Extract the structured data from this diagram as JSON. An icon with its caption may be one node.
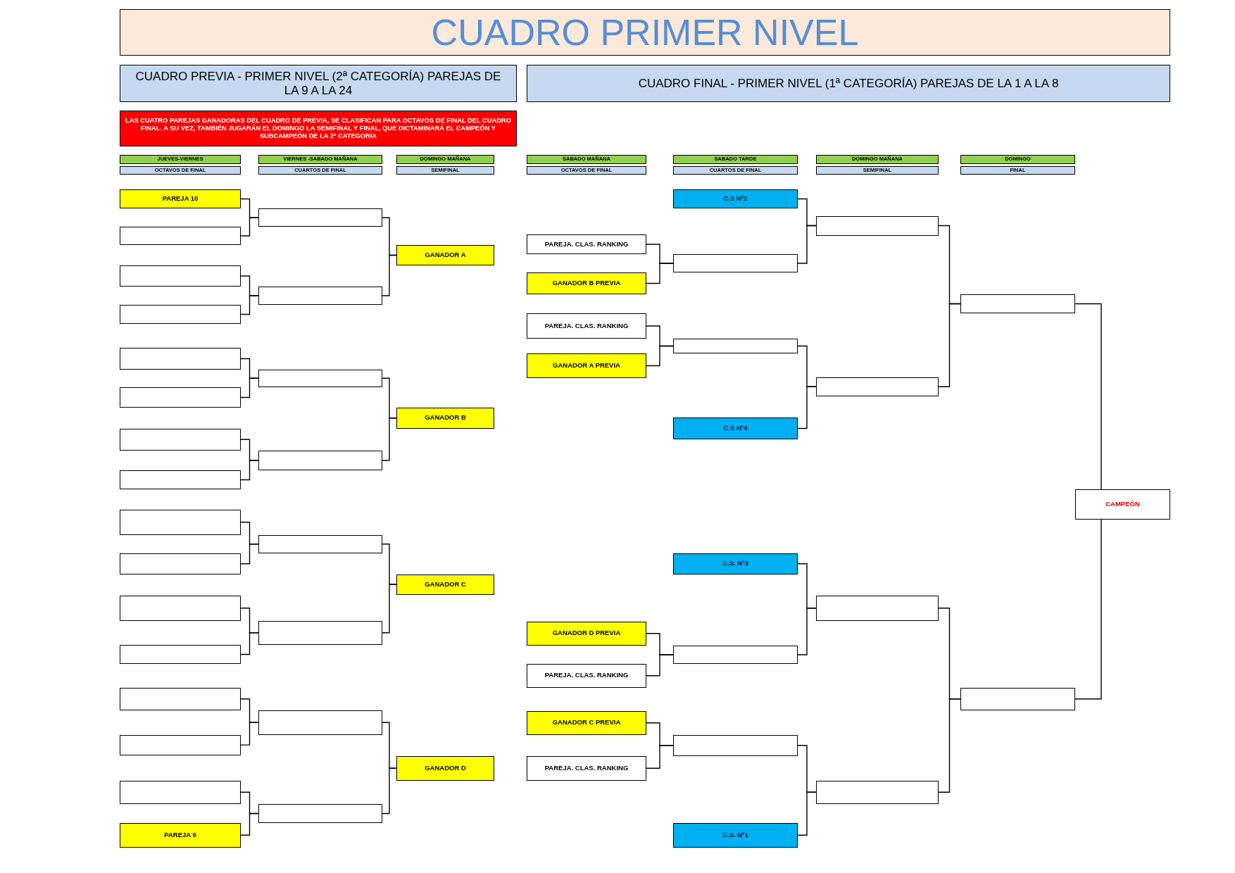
{
  "diagram": {
    "title": "CUADRO PRIMER NIVEL",
    "nodes": [
      {
        "text": [
          "CUADRO PREVIA - PRIMER NIVEL (2ª CATEGORÍA) PAREJAS DE LA 9 A LA 24"
        ]
      },
      {
        "text": [
          "CUADRO FINAL - PRIMER NIVEL (1ª CATEGORÍA) PAREJAS DE LA 1 A LA 8"
        ]
      },
      {
        "text": [
          "LAS CUATRO PAREJAS GANADORAS DEL CUADRO DE PREVIA, SE CLASIFICAN PARA OCTAVOS DE FINAL DEL CUADRO FINAL. A SU VEZ, TAMBIÉN JUGARÁN EL DOMINGO LA SEMIFINAL Y FINAL, QUE DICTAMINARÁ EL CAMPEÓN Y SUBCAMPEÓN DE LA 2ª CATEGORÍA"
        ]
      },
      {
        "text": [
          "JUEVES-VIERNES"
        ]
      },
      {
        "text": [
          "OCTAVOS DE FINAL"
        ]
      },
      {
        "text": [
          "VIERNES -SABADO MAÑANA"
        ]
      },
      {
        "text": [
          "CUARTOS DE FINAL"
        ]
      },
      {
        "text": [
          "DOMINGO MAÑANA"
        ]
      },
      {
        "text": [
          "SEMIFINAL"
        ]
      },
      {
        "text": [
          "SABADO MAÑANA"
        ]
      },
      {
        "text": [
          "OCTAVOS DE FINAL"
        ]
      },
      {
        "text": [
          "SABADO TARDE"
        ]
      },
      {
        "text": [
          "CUARTOS DE FINAL"
        ]
      },
      {
        "text": [
          "DOMINGO MAÑANA"
        ]
      },
      {
        "text": [
          "SEMIFINAL"
        ]
      },
      {
        "text": [
          "DOMINGO"
        ]
      },
      {
        "text": [
          "FINAL"
        ]
      },
      {
        "text": [
          "PAREJA 10"
        ]
      },
      {
        "text": [],
        "shape": "box"
      },
      {
        "text": [],
        "shape": "box"
      },
      {
        "text": [],
        "shape": "box"
      },
      {
        "text": [],
        "shape": "box"
      },
      {
        "text": [],
        "shape": "box"
      },
      {
        "text": [],
        "shape": "box"
      },
      {
        "text": [],
        "shape": "box"
      },
      {
        "text": [],
        "shape": "box"
      },
      {
        "text": [],
        "shape": "box"
      },
      {
        "text": [],
        "shape": "box"
      },
      {
        "text": [],
        "shape": "box"
      },
      {
        "text": [],
        "shape": "box"
      },
      {
        "text": [],
        "shape": "box"
      },
      {
        "text": [],
        "shape": "box"
      },
      {
        "text": [
          "PAREJA 9"
        ]
      },
      {
        "text": [],
        "shape": "box"
      },
      {
        "text": [],
        "shape": "box"
      },
      {
        "text": [],
        "shape": "box"
      },
      {
        "text": [],
        "shape": "box"
      },
      {
        "text": [],
        "shape": "box"
      },
      {
        "text": [],
        "shape": "box"
      },
      {
        "text": [],
        "shape": "box"
      },
      {
        "text": [],
        "shape": "box"
      },
      {
        "text": [
          "GANADOR A"
        ]
      },
      {
        "text": [
          "GANADOR B"
        ]
      },
      {
        "text": [
          "GANADOR C"
        ]
      },
      {
        "text": [
          "GANADOR D"
        ]
      },
      {
        "text": [
          "PAREJA. CLAS. RANKING"
        ]
      },
      {
        "text": [
          "GANADOR B PREVIA"
        ]
      },
      {
        "text": [
          "PAREJA. CLAS. RANKING"
        ]
      },
      {
        "text": [
          "GANADOR A PREVIA"
        ]
      },
      {
        "text": [
          "GANADOR D PREVIA"
        ]
      },
      {
        "text": [
          "PAREJA. CLAS. RANKING"
        ]
      },
      {
        "text": [
          "GANADOR C PREVIA"
        ]
      },
      {
        "text": [
          "PAREJA. CLAS. RANKING"
        ]
      },
      {
        "text": [
          "C.S Nº2"
        ]
      },
      {
        "text": [],
        "shape": "box"
      },
      {
        "text": [],
        "shape": "box"
      },
      {
        "text": [
          "C.S Nº4"
        ]
      },
      {
        "text": [
          "C.S. Nº3"
        ]
      },
      {
        "text": [],
        "shape": "box"
      },
      {
        "text": [],
        "shape": "box"
      },
      {
        "text": [
          "C.S. Nº1"
        ]
      },
      {
        "text": [],
        "shape": "box"
      },
      {
        "text": [],
        "shape": "box"
      },
      {
        "text": [],
        "shape": "box"
      },
      {
        "text": [],
        "shape": "box"
      },
      {
        "text": [],
        "shape": "box"
      },
      {
        "text": [],
        "shape": "box"
      },
      {
        "text": [
          "CAMPEÓN"
        ]
      }
    ],
    "edges": [
      {
        "from": 17,
        "to": 33,
        "arrow": "none"
      },
      {
        "from": 18,
        "to": 33,
        "arrow": "none"
      },
      {
        "from": 19,
        "to": 34,
        "arrow": "none"
      },
      {
        "from": 20,
        "to": 34,
        "arrow": "none"
      },
      {
        "from": 21,
        "to": 35,
        "arrow": "none"
      },
      {
        "from": 22,
        "to": 35,
        "arrow": "none"
      },
      {
        "from": 23,
        "to": 36,
        "arrow": "none"
      },
      {
        "from": 24,
        "to": 36,
        "arrow": "none"
      },
      {
        "from": 25,
        "to": 37,
        "arrow": "none"
      },
      {
        "from": 26,
        "to": 37,
        "arrow": "none"
      },
      {
        "from": 27,
        "to": 38,
        "arrow": "none"
      },
      {
        "from": 28,
        "to": 38,
        "arrow": "none"
      },
      {
        "from": 29,
        "to": 39,
        "arrow": "none"
      },
      {
        "from": 30,
        "to": 39,
        "arrow": "none"
      },
      {
        "from": 31,
        "to": 40,
        "arrow": "none"
      },
      {
        "from": 32,
        "to": 40,
        "arrow": "none"
      },
      {
        "from": 33,
        "to": 41,
        "arrow": "none"
      },
      {
        "from": 34,
        "to": 41,
        "arrow": "none"
      },
      {
        "from": 35,
        "to": 42,
        "arrow": "none"
      },
      {
        "from": 36,
        "to": 42,
        "arrow": "none"
      },
      {
        "from": 37,
        "to": 43,
        "arrow": "none"
      },
      {
        "from": 38,
        "to": 43,
        "arrow": "none"
      },
      {
        "from": 39,
        "to": 44,
        "arrow": "none"
      },
      {
        "from": 40,
        "to": 44,
        "arrow": "none"
      },
      {
        "from": 45,
        "to": 54,
        "arrow": "none"
      },
      {
        "from": 46,
        "to": 54,
        "arrow": "none"
      },
      {
        "from": 47,
        "to": 55,
        "arrow": "none"
      },
      {
        "from": 48,
        "to": 55,
        "arrow": "none"
      },
      {
        "from": 49,
        "to": 58,
        "arrow": "none"
      },
      {
        "from": 50,
        "to": 58,
        "arrow": "none"
      },
      {
        "from": 51,
        "to": 59,
        "arrow": "none"
      },
      {
        "from": 52,
        "to": 59,
        "arrow": "none"
      },
      {
        "from": 53,
        "to": 61,
        "arrow": "none"
      },
      {
        "from": 54,
        "to": 61,
        "arrow": "none"
      },
      {
        "from": 55,
        "to": 62,
        "arrow": "none"
      },
      {
        "from": 56,
        "to": 62,
        "arrow": "none"
      },
      {
        "from": 57,
        "to": 63,
        "arrow": "none"
      },
      {
        "from": 58,
        "to": 63,
        "arrow": "none"
      },
      {
        "from": 59,
        "to": 64,
        "arrow": "none"
      },
      {
        "from": 60,
        "to": 64,
        "arrow": "none"
      },
      {
        "from": 61,
        "to": 65,
        "arrow": "none"
      },
      {
        "from": 62,
        "to": 65,
        "arrow": "none"
      },
      {
        "from": 63,
        "to": 66,
        "arrow": "none"
      },
      {
        "from": 64,
        "to": 66,
        "arrow": "none"
      },
      {
        "from": 65,
        "to": 67,
        "arrow": "none"
      },
      {
        "from": 66,
        "to": 67,
        "arrow": "none"
      }
    ]
  }
}
